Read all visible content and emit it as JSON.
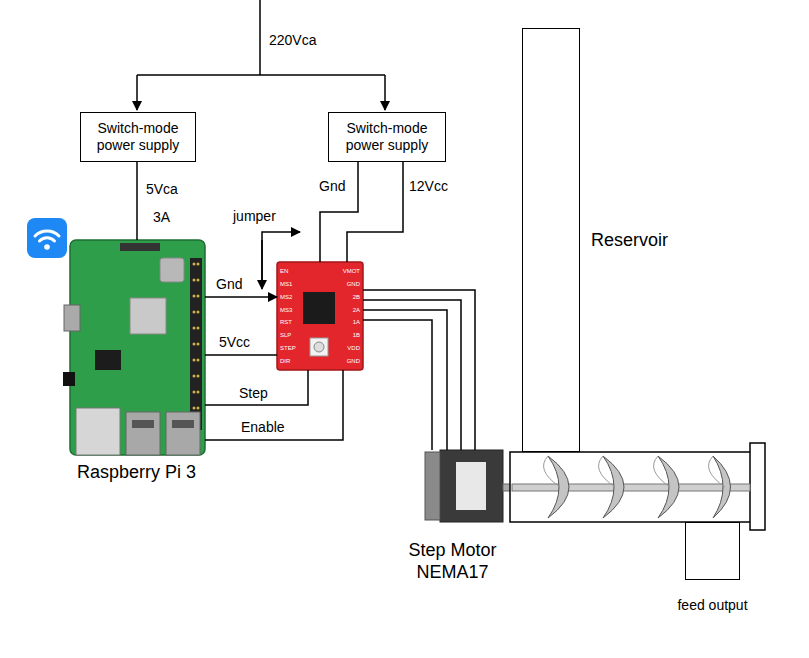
{
  "diagram": {
    "nodes": [
      {
        "text": [
          "Switch-mode power supply"
        ]
      },
      {
        "text": [
          "Switch-mode power supply"
        ]
      },
      {
        "text": [
          "Raspberry Pi 3"
        ]
      },
      {
        "text": [
          "EN",
          "MS1",
          "MS2",
          "MS3",
          "RST",
          "SLP",
          "STEP",
          "DIR",
          "VMOT",
          "GND",
          "2B",
          "2A",
          "1A",
          "1B",
          "VDD",
          "GND"
        ]
      },
      {
        "text": [
          "Step Motor NEMA17"
        ]
      },
      {
        "text": [
          "Reservoir"
        ]
      },
      {
        "text": [
          "feed output"
        ]
      }
    ],
    "edges": [
      {
        "from": 0,
        "to": 2,
        "label": "5Vca",
        "arrow": "none"
      },
      {
        "from": 1,
        "to": 3,
        "label": "Gnd",
        "arrow": "none"
      },
      {
        "from": 1,
        "to": 3,
        "label": "12Vcc",
        "arrow": "none"
      },
      {
        "from": 2,
        "to": 3,
        "label": "Gnd",
        "arrow": "to"
      },
      {
        "from": 2,
        "to": 3,
        "label": "5Vcc",
        "arrow": "none"
      },
      {
        "from": 2,
        "to": 3,
        "label": "Step",
        "arrow": "none"
      },
      {
        "from": 2,
        "to": 3,
        "label": "Enable",
        "arrow": "none"
      },
      {
        "from": 3,
        "to": 4,
        "arrow": "none"
      },
      {
        "from": 3,
        "to": 4,
        "arrow": "none"
      },
      {
        "from": 3,
        "to": 4,
        "arrow": "none"
      },
      {
        "from": 3,
        "to": 4,
        "arrow": "none"
      }
    ],
    "labels": [
      "220Vca",
      "3A",
      "jumper"
    ]
  }
}
